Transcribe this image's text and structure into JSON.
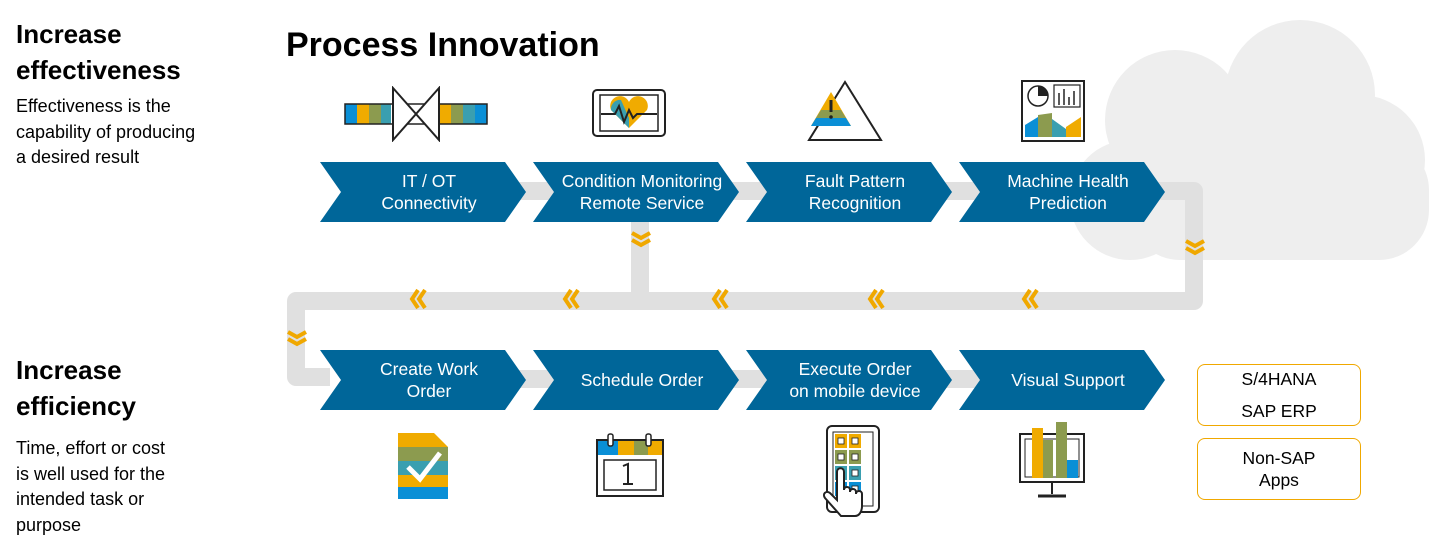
{
  "left": {
    "effectiveness_title_line1": "Increase",
    "effectiveness_title_line2": "effectiveness",
    "effectiveness_desc_line1": "Effectiveness is the",
    "effectiveness_desc_line2": "capability of producing",
    "effectiveness_desc_line3": "a desired result",
    "efficiency_title_line1": "Increase",
    "efficiency_title_line2": "efficiency",
    "efficiency_desc_line1": "Time, effort or cost",
    "efficiency_desc_line2": "is well used for the",
    "efficiency_desc_line3": "intended task or",
    "efficiency_desc_line4": "purpose"
  },
  "title": "Process Innovation",
  "top_steps": [
    {
      "label": "IT / OT\nConnectivity",
      "icon": "valve-connector-icon"
    },
    {
      "label": "Condition Monitoring\nRemote Service",
      "icon": "heart-monitor-tablet-icon"
    },
    {
      "label": "Fault Pattern\nRecognition",
      "icon": "warning-triangle-icon"
    },
    {
      "label": "Machine Health\nPrediction",
      "icon": "analytics-dashboard-icon"
    }
  ],
  "bottom_steps": [
    {
      "label": "Create Work\nOrder",
      "icon": "checklist-icon"
    },
    {
      "label": "Schedule Order",
      "icon": "calendar-icon"
    },
    {
      "label": "Execute Order\non mobile device",
      "icon": "mobile-touch-icon"
    },
    {
      "label": "Visual Support",
      "icon": "monitor-chart-icon"
    }
  ],
  "systems": {
    "box1_line1": "S/4HANA",
    "box1_line2": "SAP ERP",
    "box2_line1": "Non-SAP",
    "box2_line2": "Apps"
  },
  "colors": {
    "chevron": "#006699",
    "flow_track": "#e0e0e0",
    "arrow_accent": "#f0a800",
    "cloud": "#eeeeee",
    "icon_blue": "#0a8fd6",
    "icon_gold": "#f0ab00",
    "icon_olive": "#8c9b4f",
    "icon_teal": "#3a9fb0"
  }
}
